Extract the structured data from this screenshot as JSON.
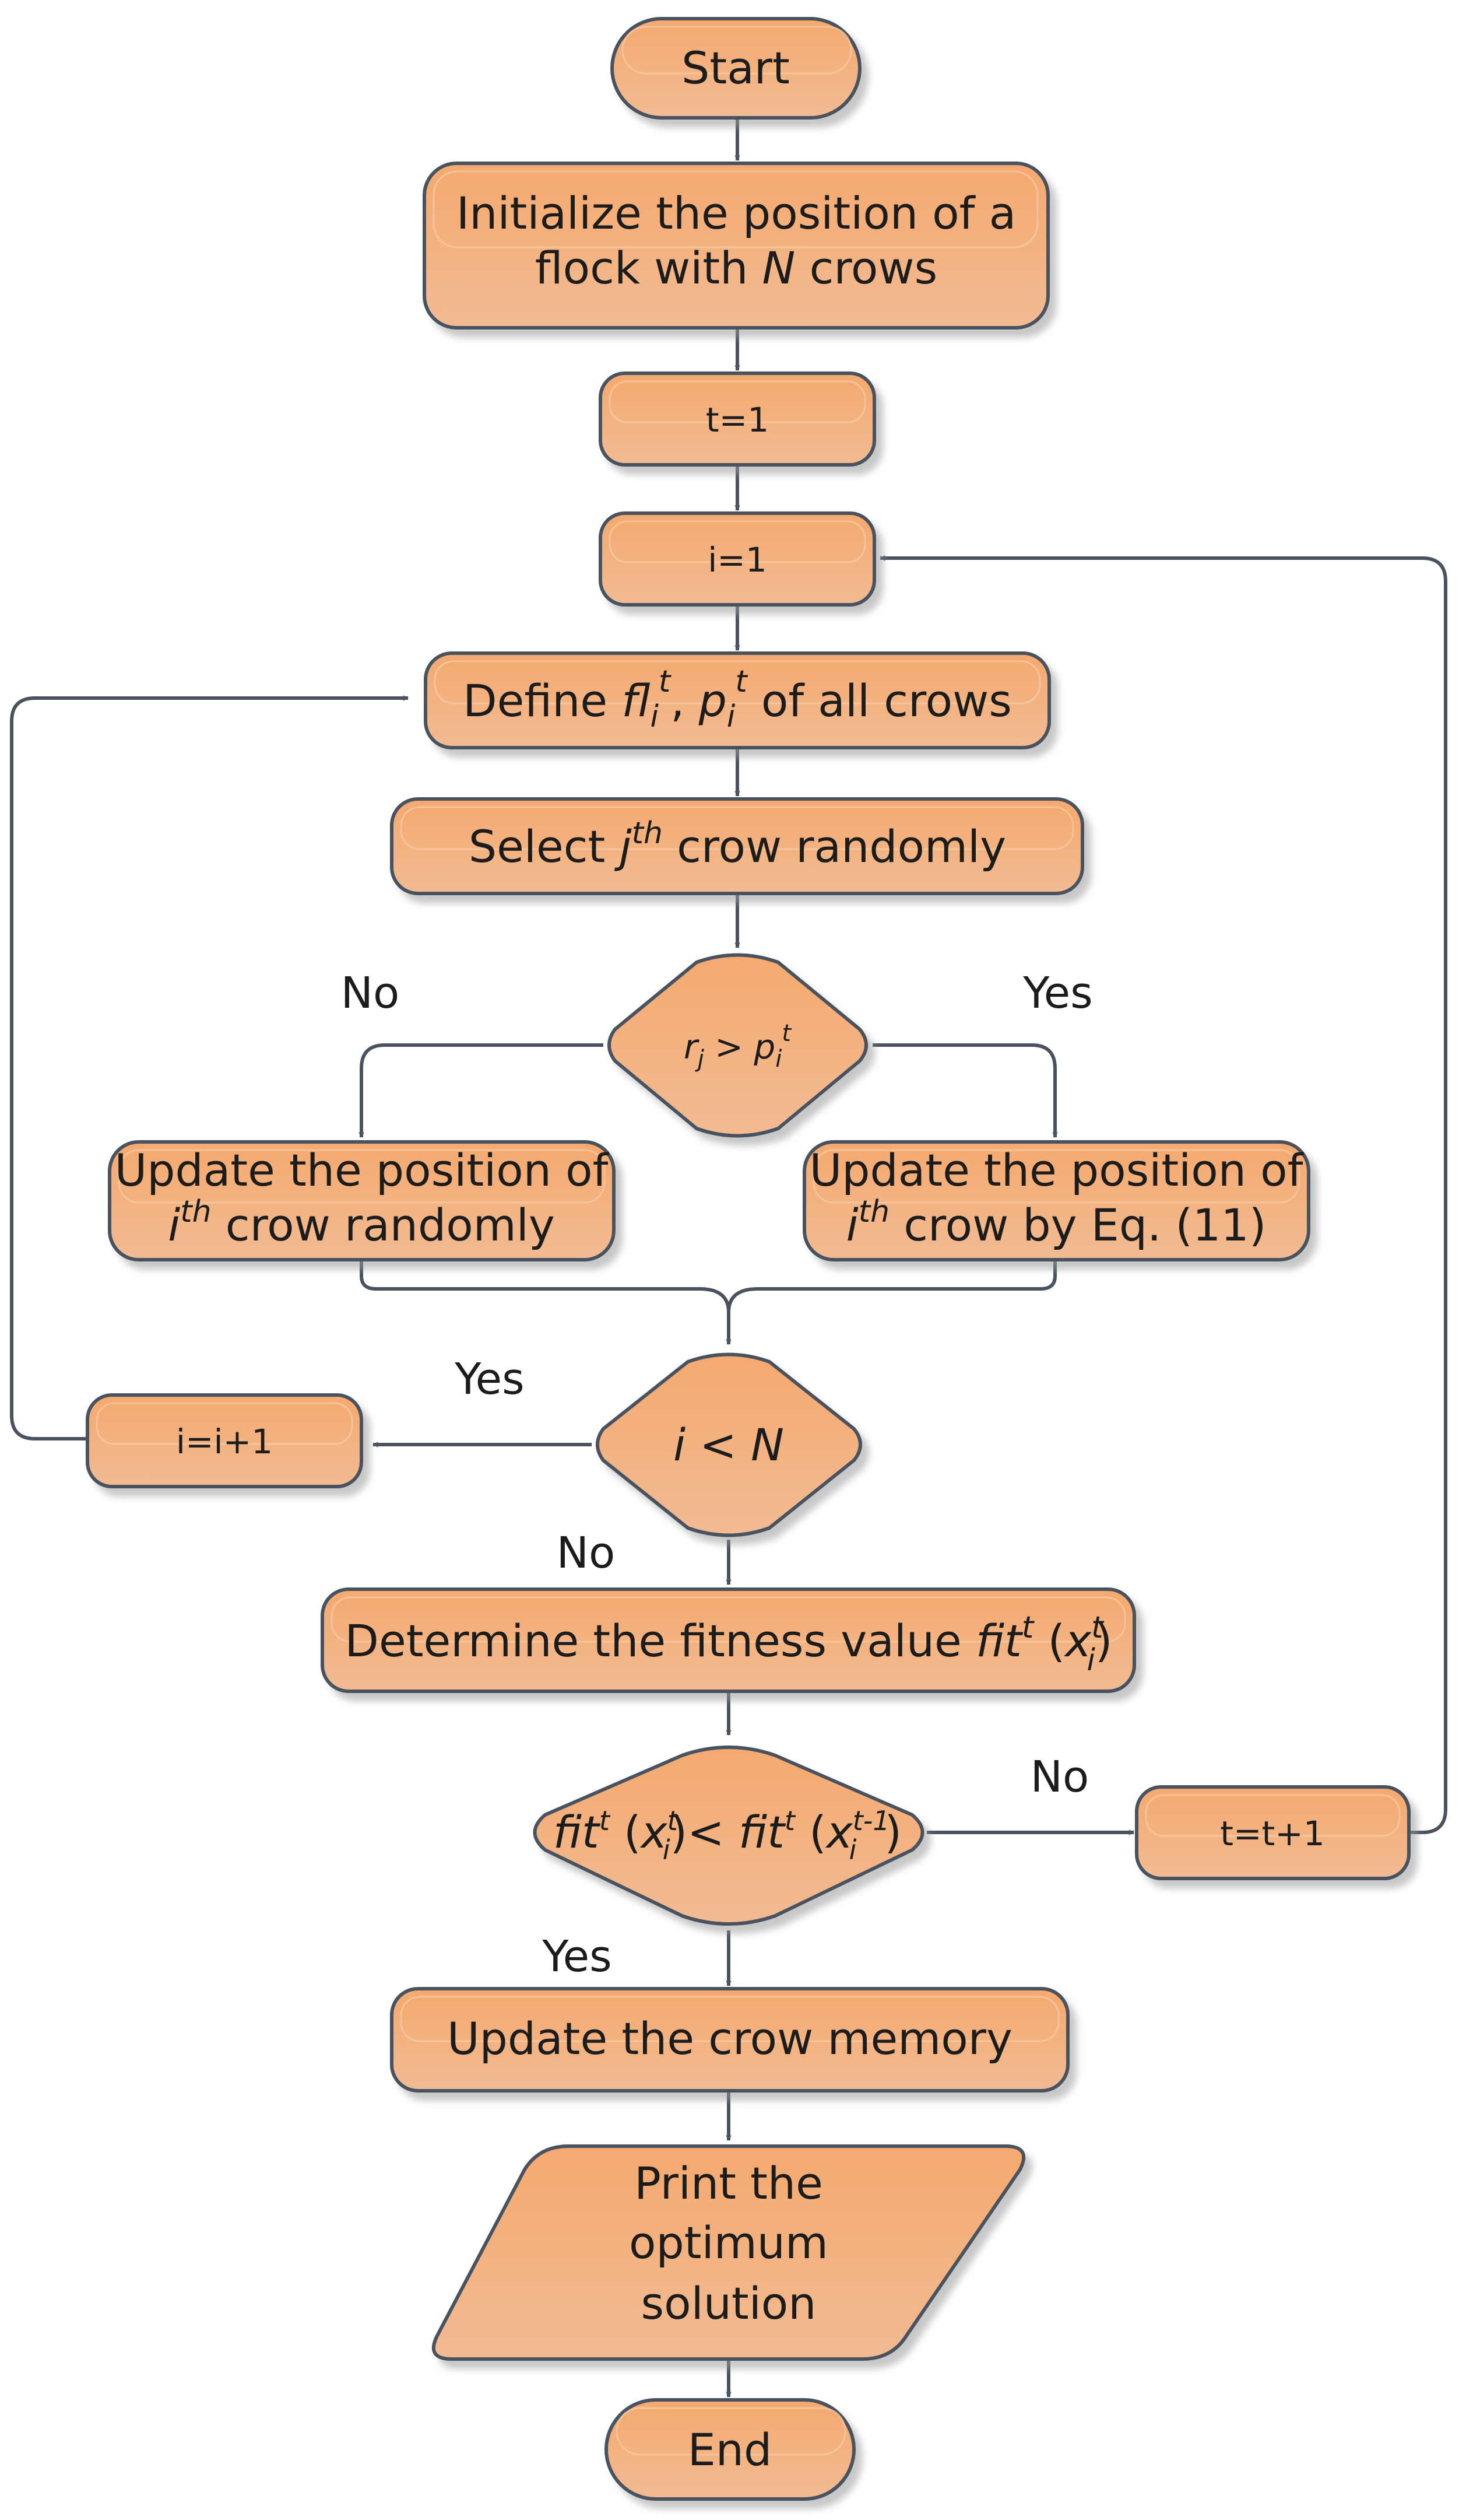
{
  "nodes": {
    "start": {
      "label": "Start"
    },
    "init": {
      "line1": "Initialize the position of a",
      "line2_pre": "flock with ",
      "line2_var": "N",
      "line2_post": " crows"
    },
    "t_init": {
      "label": "t=1"
    },
    "i_init": {
      "label": "i=1"
    },
    "define": {
      "pre": "Define ",
      "fl": "fl",
      "i1": "i",
      "t1": "t",
      "comma": ", ",
      "p": "p",
      "i2": "i",
      "t2": "t",
      "post": " of all crows"
    },
    "select": {
      "pre": "Select ",
      "j": "j",
      "th": "th",
      "post": " crow randomly"
    },
    "cond_r": {
      "r": "r",
      "j": "j",
      "gt": " > ",
      "p": "p",
      "i": "i",
      "t": "t"
    },
    "update_random": {
      "line1": "Update the position of",
      "i": "i",
      "th": "th",
      "line2_post": " crow randomly"
    },
    "update_eq": {
      "line1": "Update the position of",
      "i": "i",
      "th": "th",
      "line2_post": " crow by Eq. (11)"
    },
    "cond_n": {
      "i": "i",
      "lt": " < ",
      "N": "N"
    },
    "increment_i": {
      "label": "i=i+1"
    },
    "fitness": {
      "pre": "Determine the fitness value ",
      "fit": "fit",
      "t": "t",
      "open": " (",
      "x": "x",
      "xt": "t",
      "xi": "i",
      "close": ")"
    },
    "cond_fit": {
      "fit1": "fit",
      "t1": "t",
      "open1": " (",
      "x1": "x",
      "x1t": "t",
      "x1i": "i",
      "close1": ")",
      "lt": "< ",
      "fit2": "fit",
      "t2": "t",
      "open2": " (",
      "x2": "x",
      "x2t": "t-1",
      "x2i": "i",
      "close2": ")"
    },
    "increment_t": {
      "label": "t=t+1"
    },
    "memory": {
      "label": "Update the crow memory"
    },
    "print": {
      "line1": "Print the",
      "line2": "optimum",
      "line3": "solution"
    },
    "end": {
      "label": "End"
    }
  },
  "edge_labels": {
    "cond_r_no": "No",
    "cond_r_yes": "Yes",
    "cond_n_yes": "Yes",
    "cond_n_no": "No",
    "cond_fit_no": "No",
    "cond_fit_yes": "Yes"
  },
  "colors": {
    "fill_top": "#f4a96e",
    "fill_bottom": "#f1b78c",
    "stroke": "#4a5260",
    "text": "#1c1c1c"
  }
}
